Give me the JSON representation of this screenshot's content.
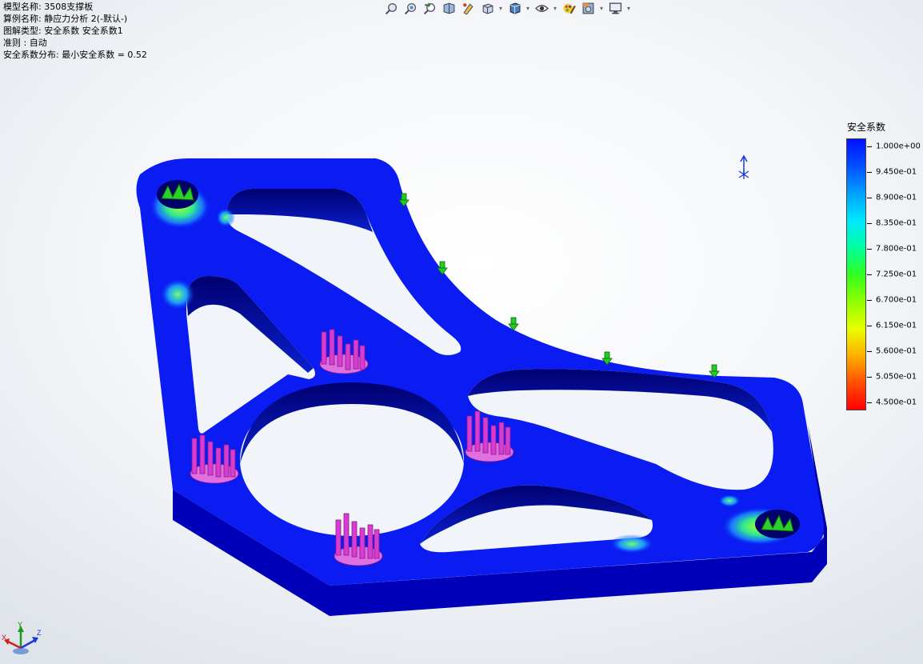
{
  "info": {
    "model_name": "模型名称: 3508支撑板",
    "study_name": "算例名称: 静应力分析 2(-默认-)",
    "plot_type": "图解类型: 安全系数 安全系数1",
    "criterion": "准则 : 自动",
    "distribution": "安全系数分布: 最小安全系数 = 0.52"
  },
  "toolbar": {
    "icons": [
      "zoom-to-fit-icon",
      "zoom-area-icon",
      "previous-view-icon",
      "section-view-icon",
      "dynamic-annotation-icon",
      "view-orientation-icon",
      "display-style-icon",
      "hide-show-items-icon",
      "edit-appearance-icon",
      "apply-scene-icon",
      "view-settings-icon"
    ]
  },
  "legend": {
    "title": "安全系数",
    "labels": [
      "1.000e+00",
      "9.450e-01",
      "8.900e-01",
      "8.350e-01",
      "7.800e-01",
      "7.250e-01",
      "6.700e-01",
      "6.150e-01",
      "5.600e-01",
      "5.050e-01",
      "4.500e-01"
    ],
    "colors": [
      "#0010ff",
      "#0050ff",
      "#00a0ff",
      "#00e8ff",
      "#00ffa0",
      "#30ff20",
      "#90ff00",
      "#e8ff00",
      "#ffb000",
      "#ff5000",
      "#ff0000"
    ]
  },
  "triad": {
    "x": "X",
    "y": "Y",
    "z": "Z"
  },
  "colors": {
    "plate_top": "#0a1cf2",
    "plate_side": "#0000b8",
    "plate_edge": "#00009a",
    "fixture": "#d63cd2",
    "load_arrow": "#22cc22"
  }
}
